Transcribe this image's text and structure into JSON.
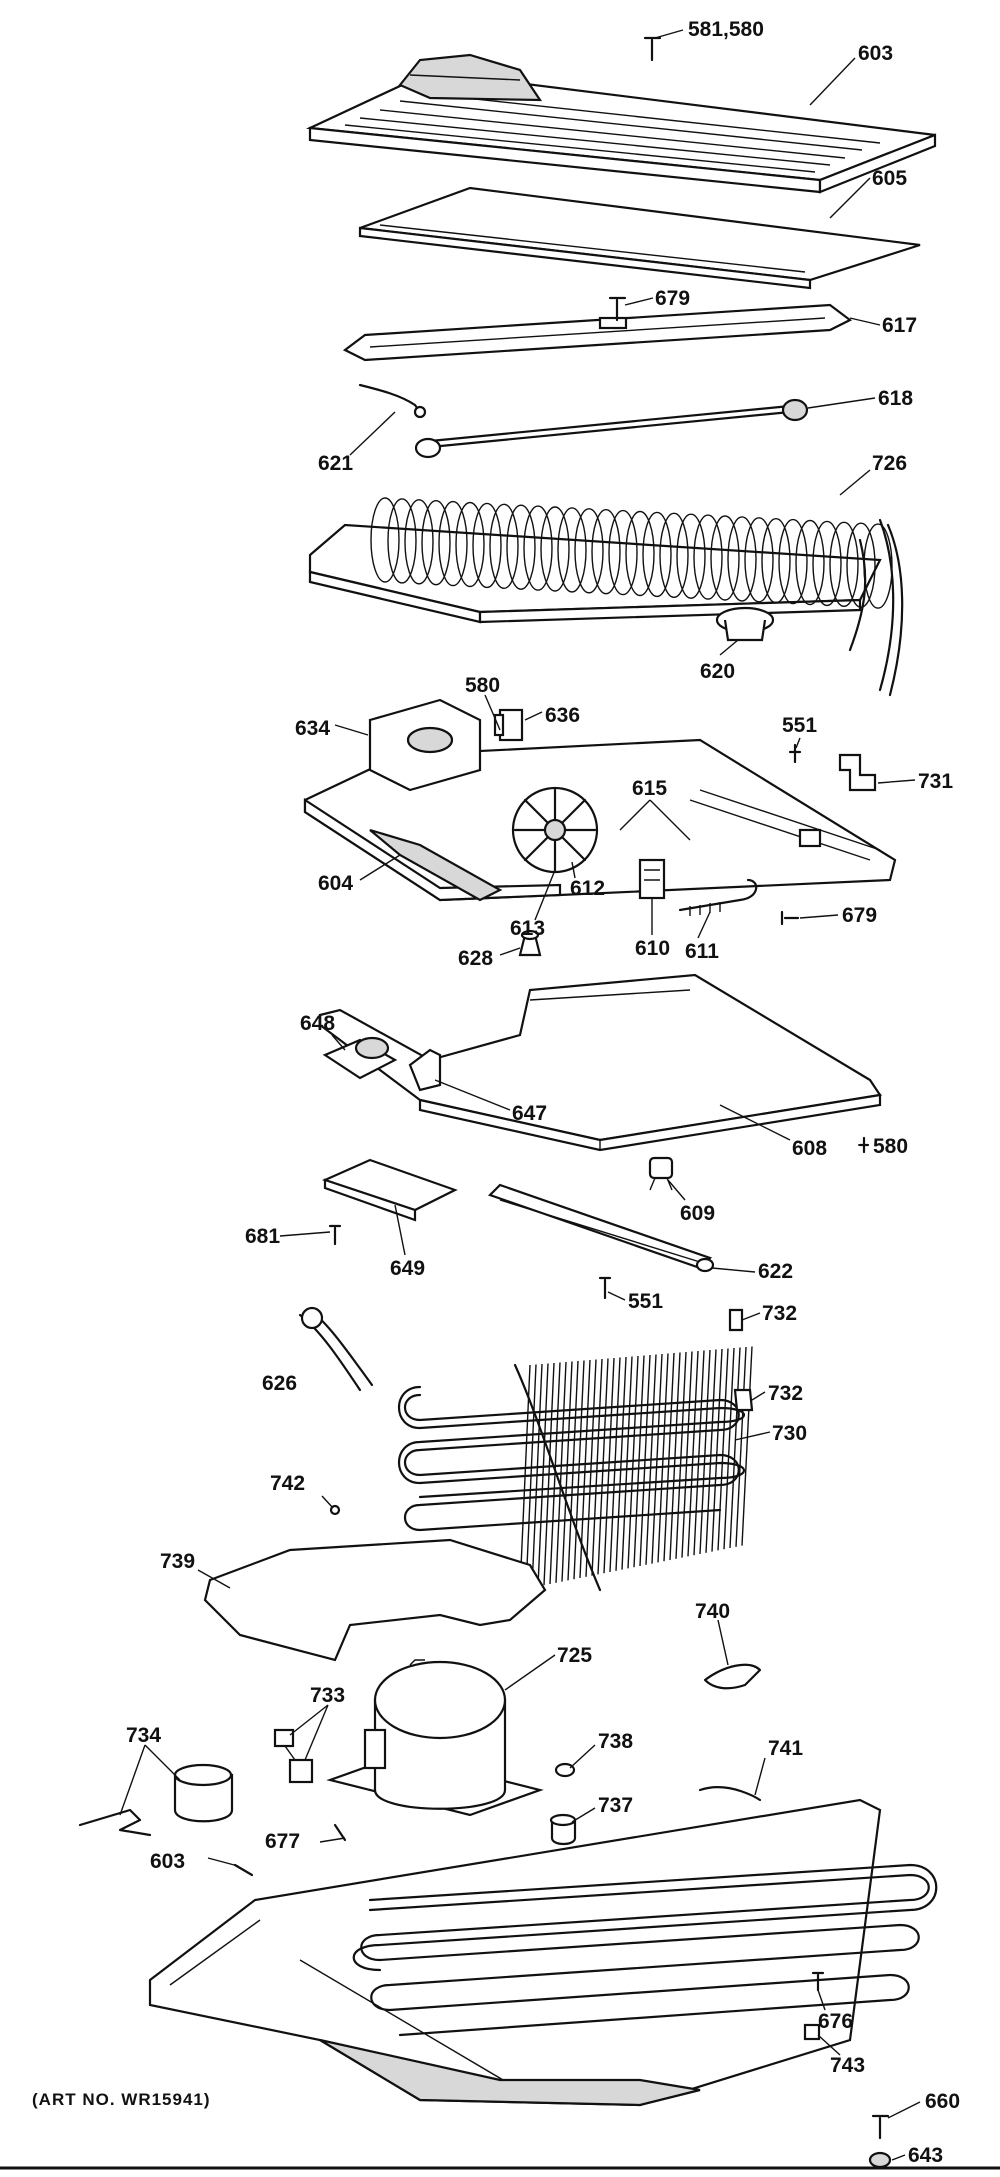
{
  "diagram": {
    "art_number": "(ART NO. WR15941)",
    "labels": {
      "p581_580": "581,580",
      "p603_top": "603",
      "p605": "605",
      "p679_top": "679",
      "p617": "617",
      "p618": "618",
      "p621": "621",
      "p726": "726",
      "p620": "620",
      "p580_a": "580",
      "p636": "636",
      "p634": "634",
      "p551_a": "551",
      "p731": "731",
      "p615": "615",
      "p604": "604",
      "p612": "612",
      "p613": "613",
      "p628": "628",
      "p610": "610",
      "p611": "611",
      "p679_b": "679",
      "p648": "648",
      "p580_b": "580",
      "p647": "647",
      "p608": "608",
      "p681": "681",
      "p649": "649",
      "p609": "609",
      "p622": "622",
      "p551_b": "551",
      "p732_a": "732",
      "p626": "626",
      "p732_b": "732",
      "p730": "730",
      "p742": "742",
      "p739": "739",
      "p740": "740",
      "p725": "725",
      "p733": "733",
      "p734": "734",
      "p738": "738",
      "p741": "741",
      "p737": "737",
      "p677": "677",
      "p603_b": "603",
      "p676": "676",
      "p743": "743",
      "p660": "660",
      "p643": "643"
    }
  }
}
